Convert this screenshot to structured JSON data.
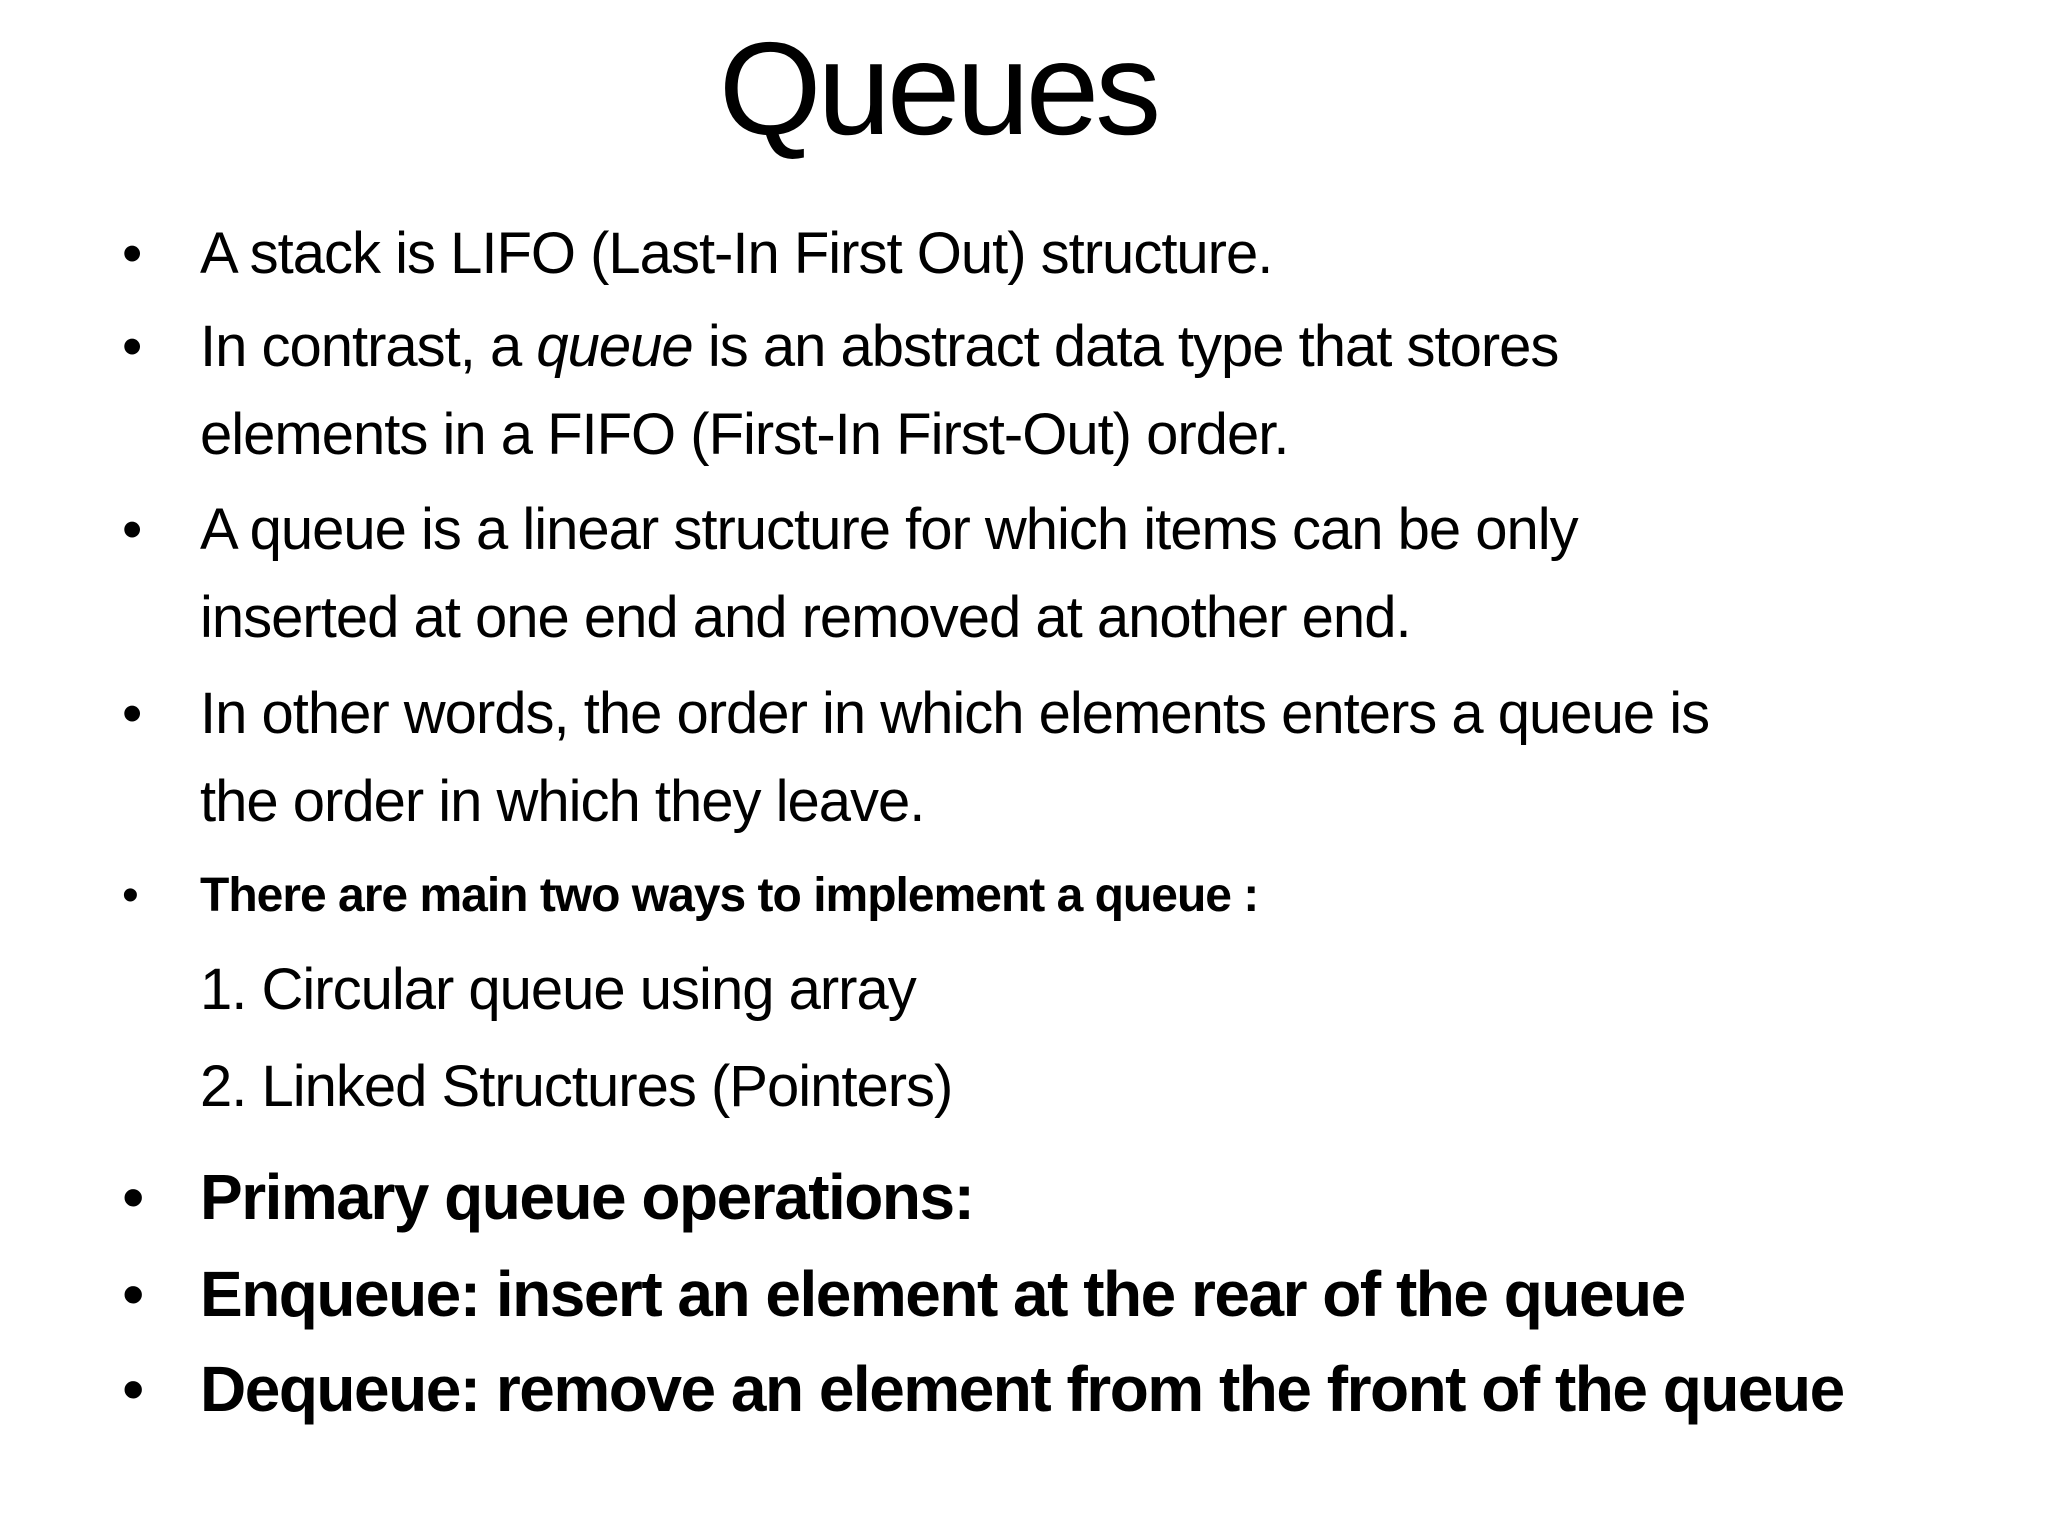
{
  "slide": {
    "title": "Queues",
    "bullet_glyph": "•",
    "colors": {
      "background": "#ffffff",
      "text": "#000000"
    },
    "bullets": {
      "b1": {
        "text": "A stack is LIFO (Last-In First Out) structure."
      },
      "b2": {
        "line1_pre": "In contrast, a ",
        "line1_italic": "queue",
        "line1_post": " is an abstract data type that stores",
        "line2": "elements in a FIFO (First-In First-Out) order."
      },
      "b3": {
        "line1": "A queue is a linear structure for which items can be only",
        "line2": "inserted at one end and removed at another end."
      },
      "b4": {
        "line1": "In other words, the order in which elements enters a queue is",
        "line2": "the order in which they leave."
      },
      "b5": {
        "text": "There are main two ways to implement a queue :"
      },
      "sub1": {
        "text": "1. Circular queue using array"
      },
      "sub2": {
        "text": "2. Linked Structures (Pointers)"
      },
      "b6": {
        "text": "Primary queue operations:"
      },
      "b7": {
        "text": "Enqueue: insert an element at the rear of the queue"
      },
      "b8": {
        "text": "Dequeue: remove an element from the front of the queue"
      }
    }
  }
}
